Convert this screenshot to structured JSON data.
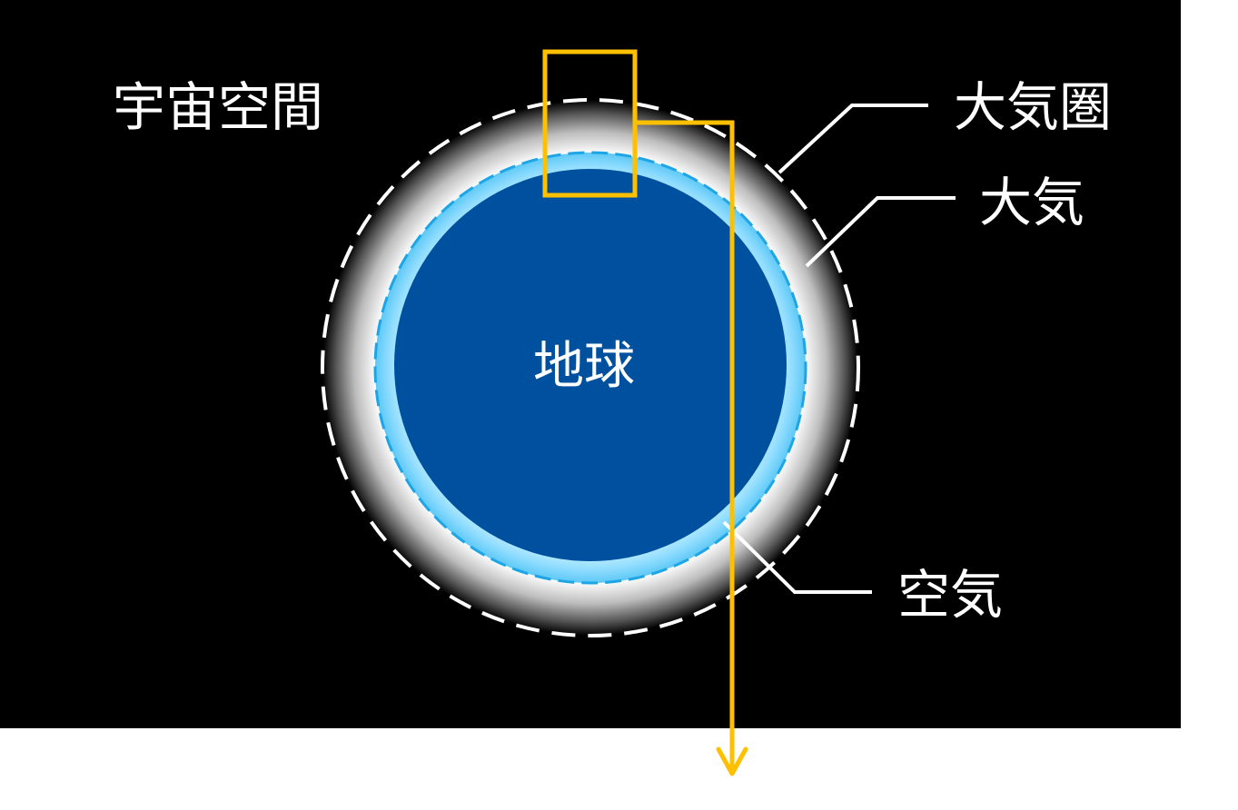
{
  "labels": {
    "space": "宇宙空間",
    "atmosphere_sphere": "大気圏",
    "atmosphere": "大気",
    "earth": "地球",
    "air": "空気"
  },
  "colors": {
    "space_background": "#000000",
    "page_background": "#ffffff",
    "earth": "#0050a0",
    "air_layer": "#8fdcff",
    "air_boundary": "#1ea5e6",
    "atmosphere_glow": "#ffffff",
    "callout": "#ffc000",
    "label_text": "#ffffff"
  },
  "icons": {
    "arrow": "arrow-down-icon"
  }
}
